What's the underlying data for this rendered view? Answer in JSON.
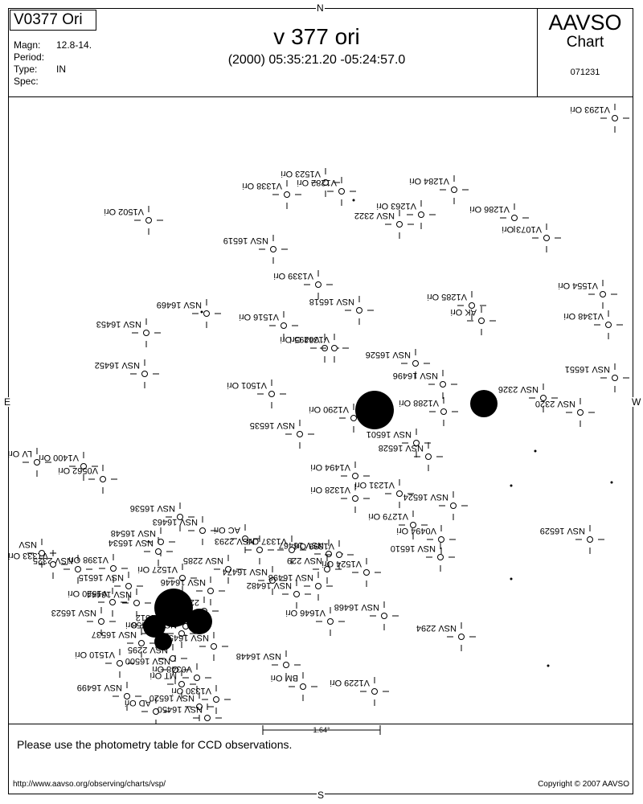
{
  "header": {
    "star_id": "V0377 Ori",
    "meta": [
      {
        "label": "Magn:",
        "value": "12.8-14."
      },
      {
        "label": "Period:",
        "value": ""
      },
      {
        "label": "Type:",
        "value": "IN"
      },
      {
        "label": "Spec:",
        "value": ""
      }
    ],
    "title": "v 377 ori",
    "coordinates": "(2000) 05:35:21.20  -05:24:57.0",
    "org": "AAVSO",
    "chart_label": "Chart",
    "chart_id": "071231"
  },
  "directions": {
    "north": "N",
    "south": "S",
    "east": "E",
    "west": "W"
  },
  "scale_label": "1.64°",
  "footer": {
    "note": "Please use the photometry table for CCD observations.",
    "url": "http://www.aavso.org/observing/charts/vsp/",
    "copyright": "Copyright © 2007 AAVSO"
  },
  "stars": [
    {
      "label": "V1293 Ori",
      "kind": "variable"
    },
    {
      "label": "V1523 Ori",
      "kind": "variable"
    },
    {
      "label": "V1338 Ori",
      "kind": "variable"
    },
    {
      "label": "V1282 Ori",
      "kind": "variable"
    },
    {
      "label": "V1284 Ori",
      "kind": "variable"
    },
    {
      "label": "V1263 Ori",
      "kind": "variable"
    },
    {
      "label": "V1502 Ori",
      "kind": "variable"
    },
    {
      "label": "V1286 Ori",
      "kind": "variable"
    },
    {
      "label": "NSV 2322",
      "kind": "suspect"
    },
    {
      "label": "V1073 Ori",
      "kind": "variable"
    },
    {
      "label": "NSV 16519",
      "kind": "suspect"
    },
    {
      "label": "V1339 Ori",
      "kind": "variable"
    },
    {
      "label": "V1554 Ori",
      "kind": "variable"
    },
    {
      "label": "NSV 16518",
      "kind": "suspect"
    },
    {
      "label": "V1285 Ori",
      "kind": "variable"
    },
    {
      "label": "AK Ori",
      "kind": "variable"
    },
    {
      "label": "V1348 Ori",
      "kind": "variable"
    },
    {
      "label": "NSV 16469",
      "kind": "suspect"
    },
    {
      "label": "NSV 16453",
      "kind": "suspect"
    },
    {
      "label": "V1516 Ori",
      "kind": "variable"
    },
    {
      "label": "V0495 Ori",
      "kind": "variable"
    },
    {
      "label": "V1342 Ori",
      "kind": "variable"
    },
    {
      "label": "NSV 16526",
      "kind": "suspect"
    },
    {
      "label": "NSV 16452",
      "kind": "suspect"
    },
    {
      "label": "NSV 16551",
      "kind": "suspect"
    },
    {
      "label": "V1501 Ori",
      "kind": "variable"
    },
    {
      "label": "NSV 16496",
      "kind": "suspect"
    },
    {
      "label": "NSV 2326",
      "kind": "suspect"
    },
    {
      "label": "V1288 Ori",
      "kind": "variable"
    },
    {
      "label": "NSV 2320",
      "kind": "suspect"
    },
    {
      "label": "V1290 Ori",
      "kind": "variable"
    },
    {
      "label": "NSV 16535",
      "kind": "suspect"
    },
    {
      "label": "NSV 16501",
      "kind": "suspect"
    },
    {
      "label": "NSV 16528",
      "kind": "suspect"
    },
    {
      "label": "V1400 Ori",
      "kind": "variable"
    },
    {
      "label": "V1494 Ori",
      "kind": "variable"
    },
    {
      "label": "V0562 Ori",
      "kind": "variable"
    },
    {
      "label": "V1328 Ori",
      "kind": "variable"
    },
    {
      "label": "V1231 Ori",
      "kind": "variable"
    },
    {
      "label": "NSV 16524",
      "kind": "suspect"
    },
    {
      "label": "NSV 16536",
      "kind": "suspect"
    },
    {
      "label": "NSV 16463",
      "kind": "suspect"
    },
    {
      "label": "V1279 Ori",
      "kind": "variable"
    },
    {
      "label": "NSV 16529",
      "kind": "suspect"
    },
    {
      "label": "NSV 16548",
      "kind": "suspect"
    },
    {
      "label": "AC Ori",
      "kind": "variable"
    },
    {
      "label": "NSV 16467",
      "kind": "suspect"
    },
    {
      "label": "V0494 Ori",
      "kind": "variable"
    },
    {
      "label": "NSV 16534",
      "kind": "suspect"
    },
    {
      "label": "NSV 2293",
      "kind": "suspect"
    },
    {
      "label": "V1337 Ori",
      "kind": "variable"
    },
    {
      "label": "V1399 Ori",
      "kind": "variable"
    },
    {
      "label": "NSV 16510",
      "kind": "suspect"
    },
    {
      "label": "NSV 2325",
      "kind": "suspect"
    },
    {
      "label": "V1398 Ori",
      "kind": "variable"
    },
    {
      "label": "NSV 2285",
      "kind": "suspect"
    },
    {
      "label": "NSV 229",
      "kind": "suspect"
    },
    {
      "label": "V1524 Ori",
      "kind": "variable"
    },
    {
      "label": "V1527 Ori",
      "kind": "variable"
    },
    {
      "label": "NSV 16474",
      "kind": "suspect"
    },
    {
      "label": "NSV 16498",
      "kind": "suspect"
    },
    {
      "label": "NSV 16515",
      "kind": "suspect"
    },
    {
      "label": "NSV 16446",
      "kind": "suspect"
    },
    {
      "label": "NSV 16482",
      "kind": "suspect"
    },
    {
      "label": "V1520 Ori",
      "kind": "variable"
    },
    {
      "label": "NSV 16444",
      "kind": "suspect"
    },
    {
      "label": "2296",
      "kind": "suspect"
    },
    {
      "label": "NSV 16468",
      "kind": "suspect"
    },
    {
      "label": "NSV 16523",
      "kind": "suspect"
    },
    {
      "label": "V1646 Ori",
      "kind": "variable"
    },
    {
      "label": "NSV 16512",
      "kind": "suspect"
    },
    {
      "label": "NSV 16458",
      "kind": "suspect"
    },
    {
      "label": "AF Ori",
      "kind": "variable"
    },
    {
      "label": "NSV 2294",
      "kind": "suspect"
    },
    {
      "label": "NSV 16537",
      "kind": "suspect"
    },
    {
      "label": "NSV 16455",
      "kind": "suspect"
    },
    {
      "label": "NSV 2295",
      "kind": "suspect"
    },
    {
      "label": "V1510 Ori",
      "kind": "variable"
    },
    {
      "label": "NSV 16448",
      "kind": "suspect"
    },
    {
      "label": "NSV 16500",
      "kind": "suspect"
    },
    {
      "label": "V0348 Ori",
      "kind": "variable"
    },
    {
      "label": "MT Ori",
      "kind": "variable"
    },
    {
      "label": "BM Ori",
      "kind": "variable"
    },
    {
      "label": "NSV 16499",
      "kind": "suspect"
    },
    {
      "label": "V1330 Ori",
      "kind": "variable"
    },
    {
      "label": "V1229 Ori",
      "kind": "variable"
    },
    {
      "label": "NSV 16520",
      "kind": "suspect"
    },
    {
      "label": "AD Ori",
      "kind": "variable"
    },
    {
      "label": "NSV 16450",
      "kind": "suspect"
    },
    {
      "label": "V1333 Ori",
      "kind": "variable"
    },
    {
      "label": "LV Ori",
      "kind": "variable"
    },
    {
      "label": "NSV",
      "kind": "suspect"
    },
    {
      "label": "V1228",
      "kind": "variable"
    }
  ]
}
